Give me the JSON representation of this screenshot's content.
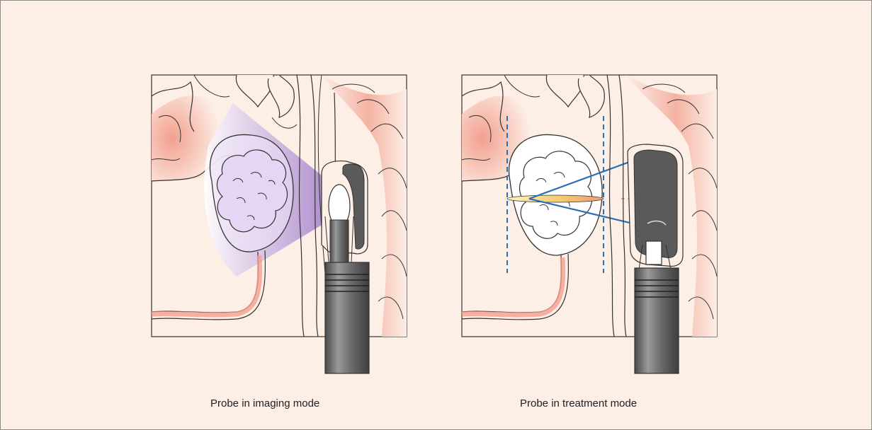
{
  "figure": {
    "panels": [
      {
        "mode": "imaging",
        "caption": "Probe in imaging mode"
      },
      {
        "mode": "treatment",
        "caption": "Probe in treatment mode"
      }
    ]
  },
  "colors": {
    "background": "#fdeee6",
    "tissue": "#f2a89c",
    "ultrasound_beam": "#b8a2d8",
    "focus_lines": "#2a6fb0",
    "probe": "#5a5a5a"
  }
}
